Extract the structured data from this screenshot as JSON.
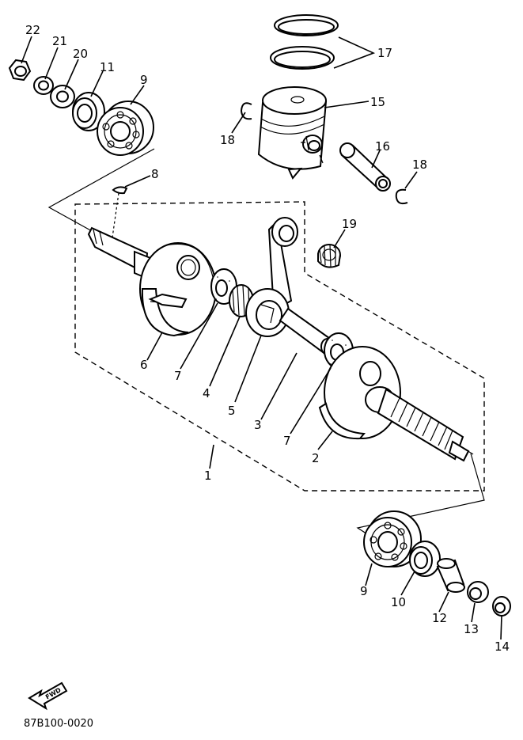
{
  "parts": {
    "p1": "1",
    "p2": "2",
    "p3": "3",
    "p4": "4",
    "p5": "5",
    "p6": "6",
    "p7a": "7",
    "p7b": "7",
    "p8": "8",
    "p9a": "9",
    "p9b": "9",
    "p10": "10",
    "p11": "11",
    "p12": "12",
    "p13": "13",
    "p14": "14",
    "p15": "15",
    "p16": "16",
    "p17": "17",
    "p18a": "18",
    "p18b": "18",
    "p19": "19",
    "p20": "20",
    "p21": "21",
    "p22": "22"
  },
  "drawing_code": "87B100-0020",
  "fwd_label": "FWD"
}
